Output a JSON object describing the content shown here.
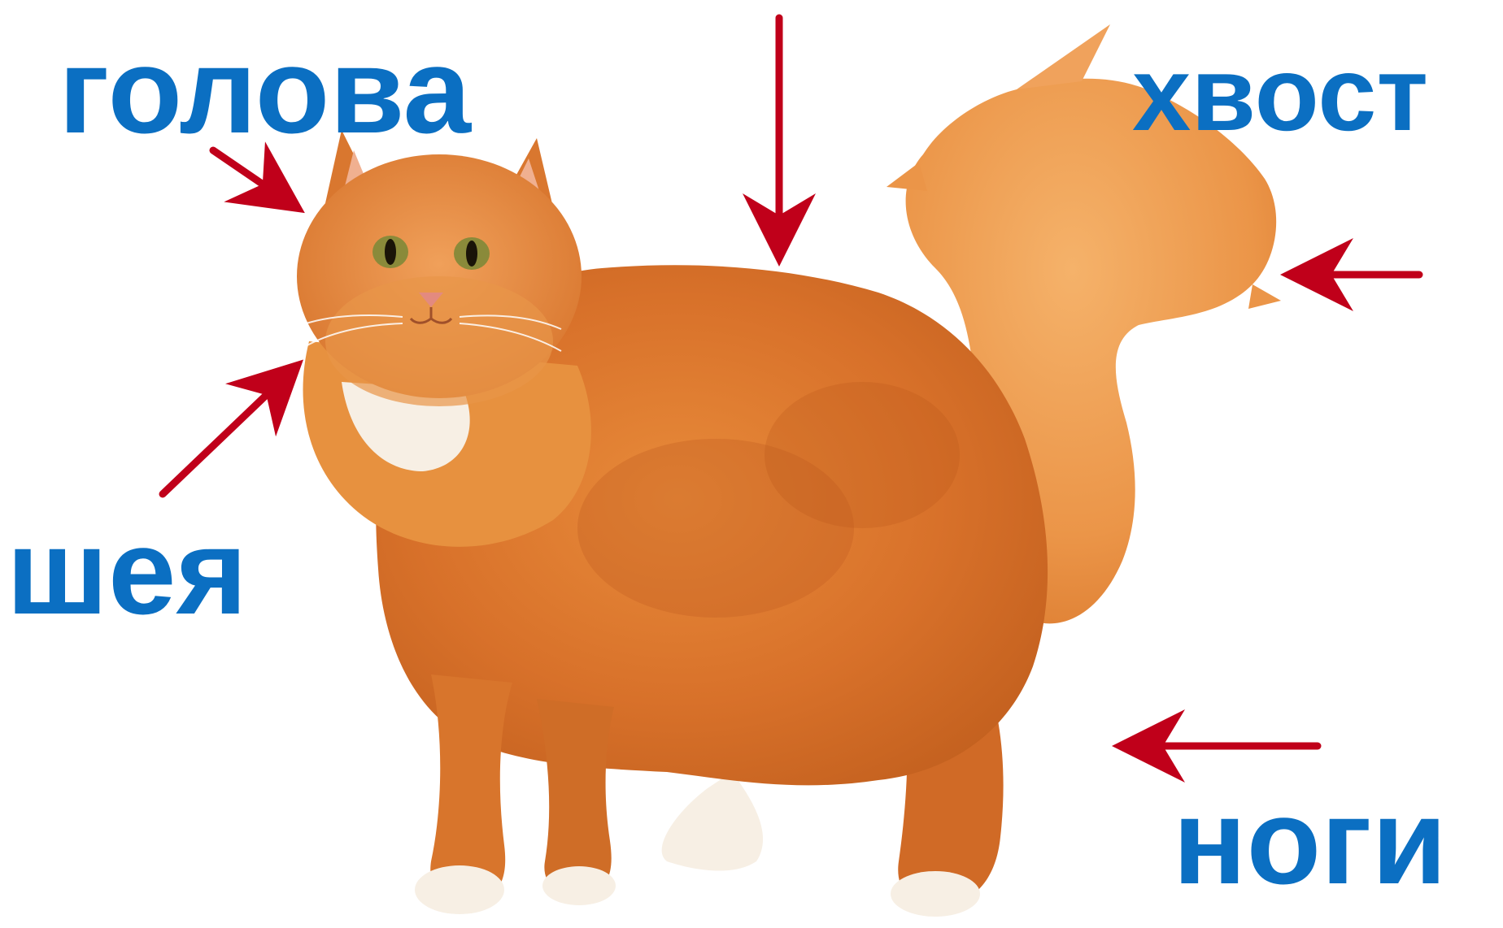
{
  "labels": {
    "head": "голова",
    "tail": "хвост",
    "neck": "шея",
    "legs": "ноги"
  },
  "colors": {
    "label_text": "#0b6fc2",
    "arrow": "#c0001a",
    "fur_main": "#e07a2a",
    "fur_light": "#f2a65a",
    "fur_dark": "#b85418",
    "chest_white": "#f7efe4"
  },
  "picture": "ginger-long-haired-cat"
}
